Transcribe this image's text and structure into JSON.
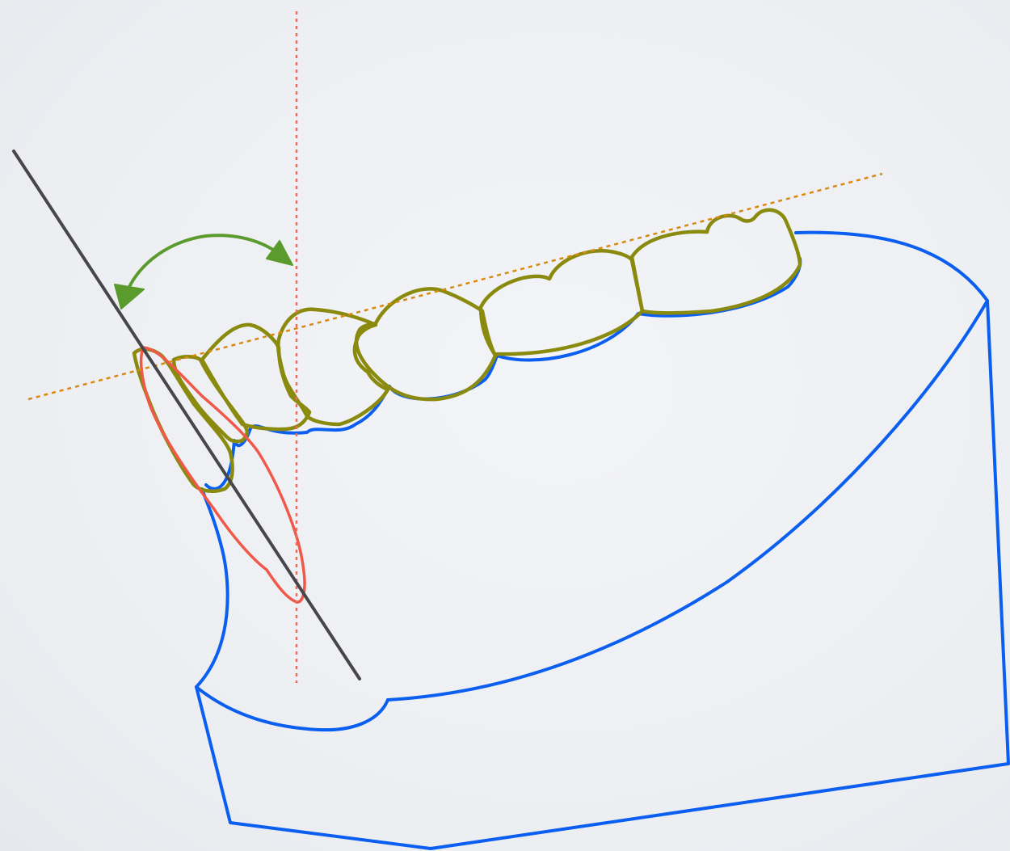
{
  "diagram": {
    "colors": {
      "mandible_outline": "#0a5ef0",
      "teeth_outline": "#8a8a0e",
      "reference_tooth": "#f0584a",
      "tooth_axis": "#47474b",
      "vertical_reference": "#ef6a58",
      "occlusal_plane": "#d9890f",
      "angle_arrow": "#5b9a2c"
    },
    "elements": [
      "mandible-model-base",
      "posterior-teeth",
      "anterior-teeth",
      "reference-incisor-outline",
      "incisor-long-axis",
      "vertical-reference-line",
      "occlusal-plane-line",
      "angle-arrow"
    ]
  }
}
